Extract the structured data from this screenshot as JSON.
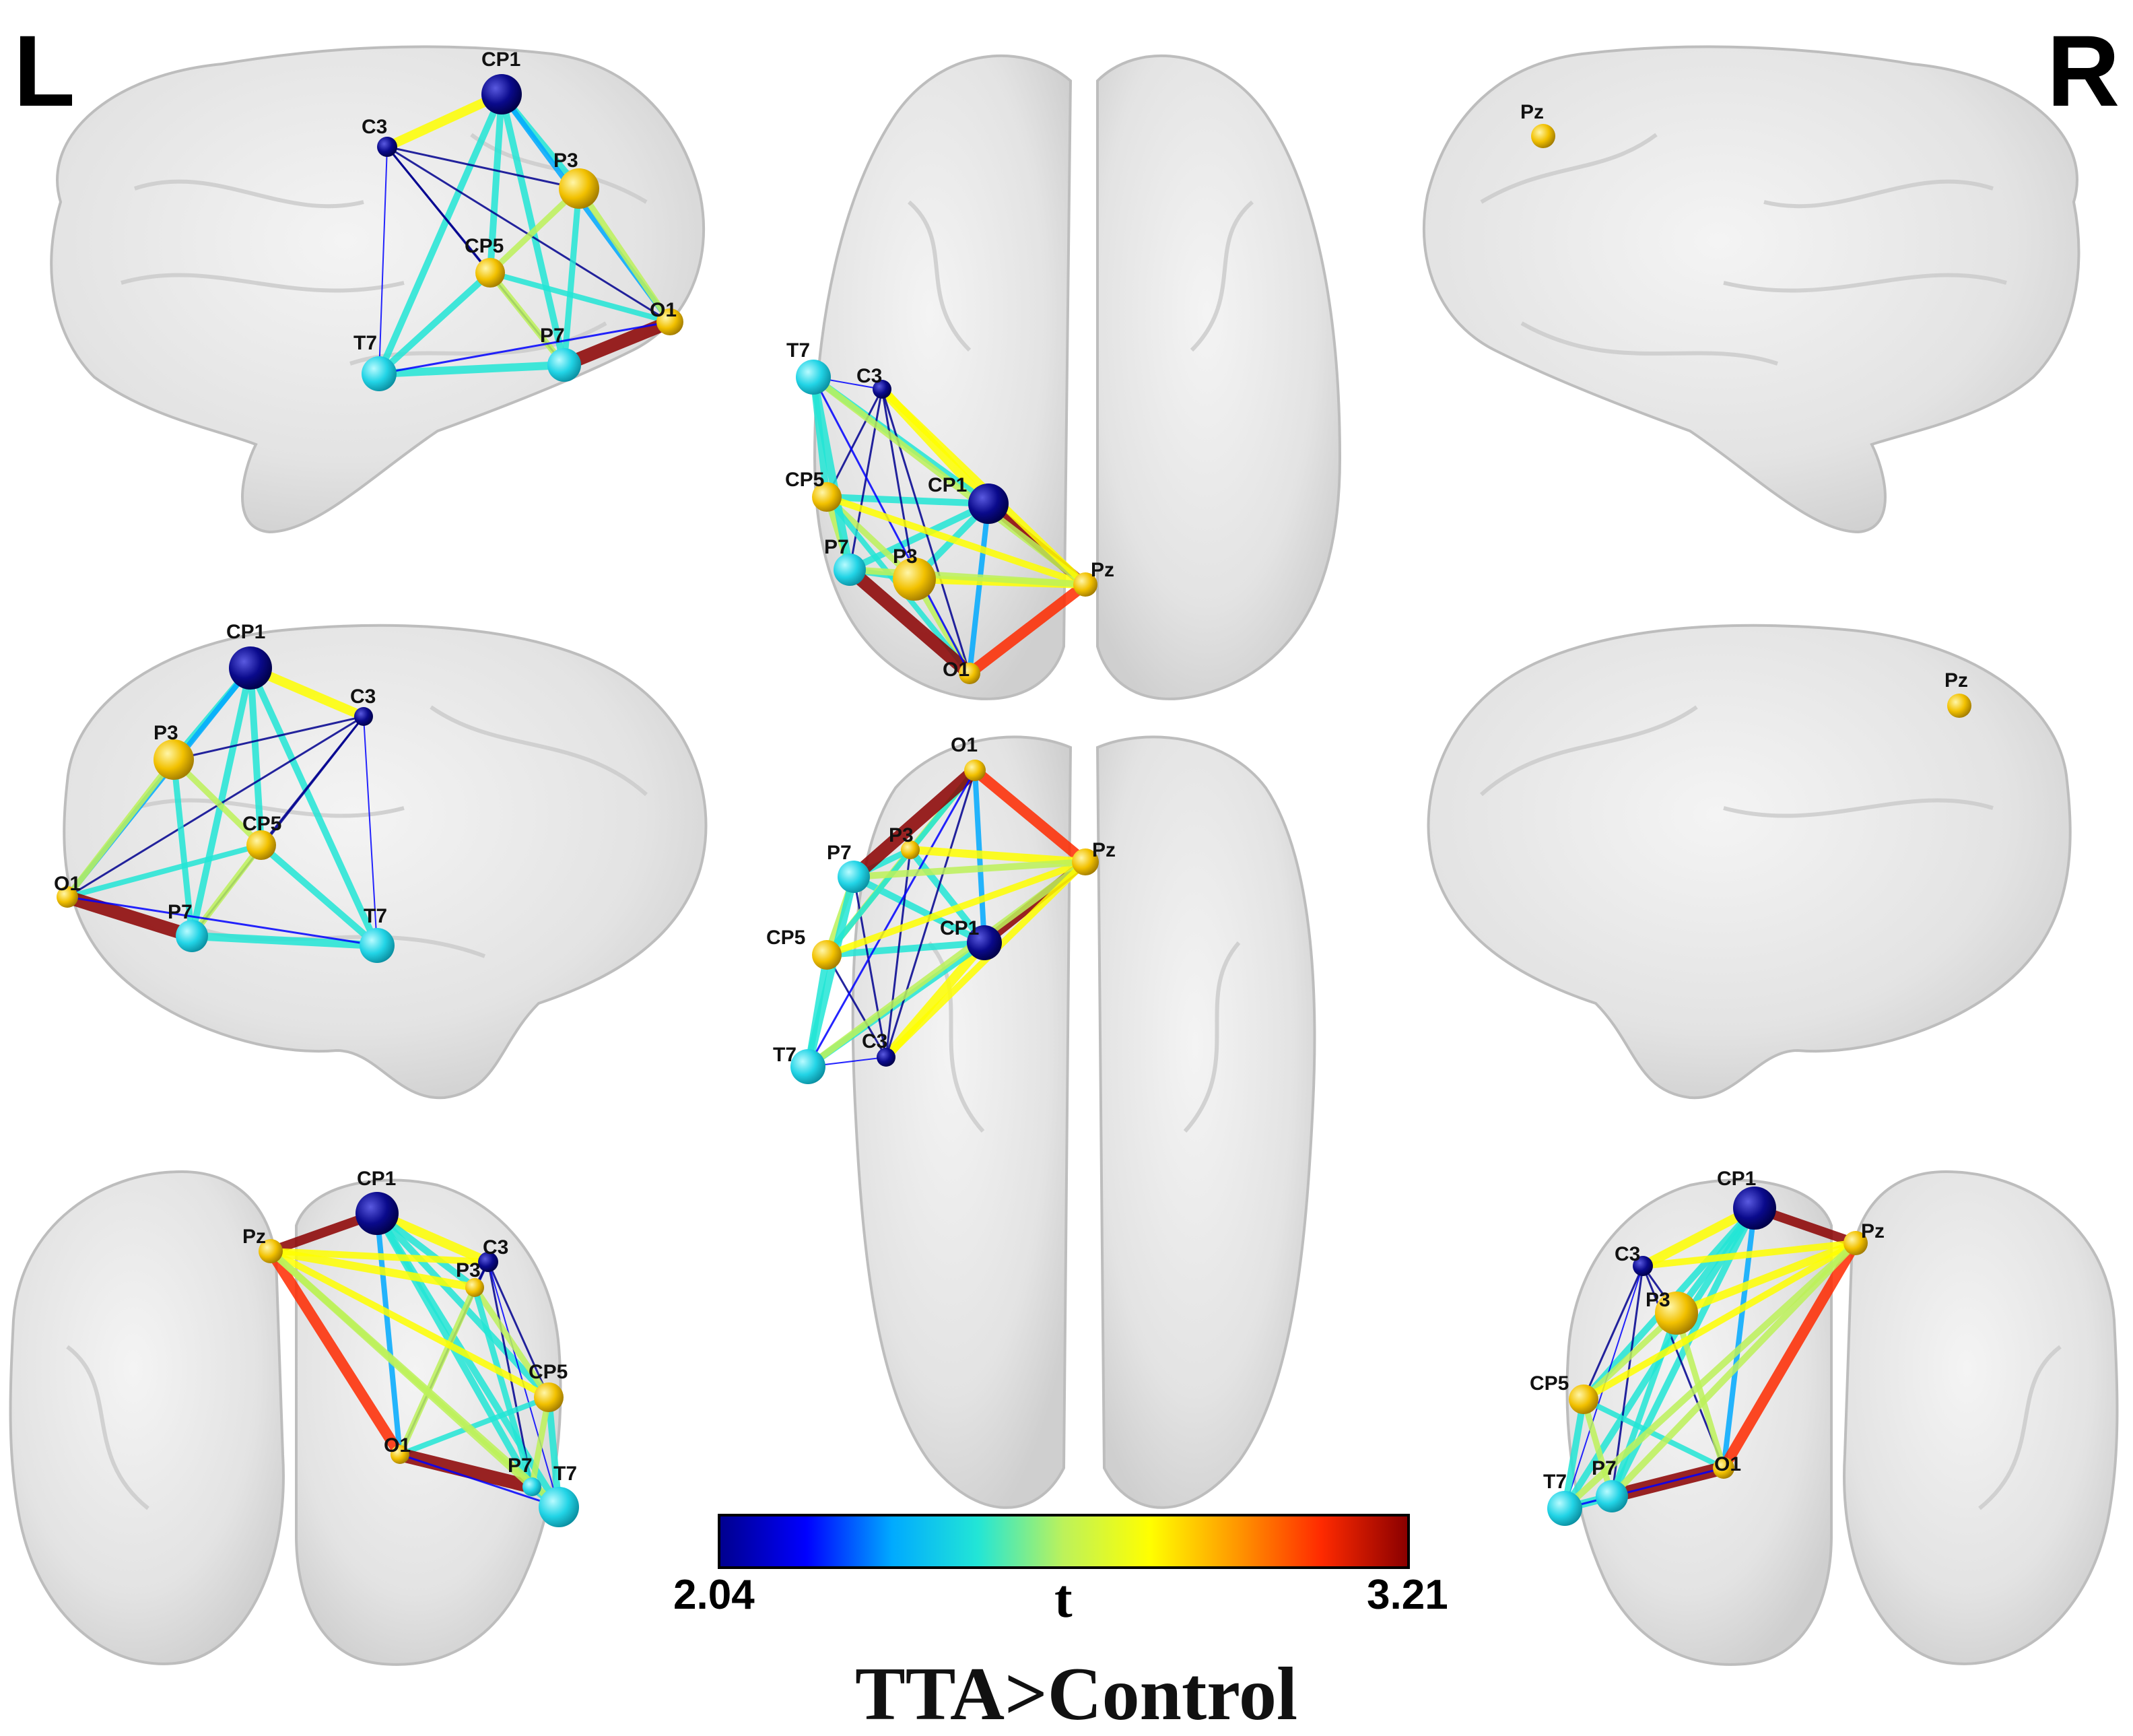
{
  "hemisphere_labels": {
    "left": "L",
    "right": "R"
  },
  "comparison_title": "TTA>Control",
  "colorbar": {
    "min_label": "2.04",
    "max_label": "3.21",
    "variable_label": "t",
    "min": 2.04,
    "max": 3.21,
    "stops": [
      "#00008f",
      "#0000ff",
      "#00aaff",
      "#22e6d6",
      "#bdf25a",
      "#ffff00",
      "#ff9900",
      "#ff2a00",
      "#8b0000"
    ]
  },
  "node_colors": {
    "CP1": "#0a0a8c",
    "C3": "#15157a",
    "P3": "#f2c100",
    "CP5": "#f2c100",
    "P7": "#22d4e6",
    "T7": "#22d4e6",
    "O1": "#f2c100",
    "Pz": "#f2c100"
  },
  "panels": [
    {
      "name": "left-lateral",
      "nodes": [
        "CP1",
        "C3",
        "P3",
        "CP5",
        "T7",
        "P7",
        "O1"
      ]
    },
    {
      "name": "left-medial",
      "nodes": [
        "CP1",
        "C3",
        "P3",
        "CP5",
        "O1",
        "P7",
        "T7"
      ]
    },
    {
      "name": "left-posterior",
      "nodes": [
        "CP1",
        "Pz",
        "C3",
        "P3",
        "CP5",
        "O1",
        "P7",
        "T7"
      ]
    },
    {
      "name": "dorsal",
      "nodes": [
        "T7",
        "C3",
        "CP5",
        "CP1",
        "P7",
        "P3",
        "Pz",
        "O1"
      ]
    },
    {
      "name": "ventral",
      "nodes": [
        "O1",
        "P3",
        "Pz",
        "P7",
        "CP5",
        "CP1",
        "T7",
        "C3"
      ]
    },
    {
      "name": "right-lateral",
      "nodes": [
        "Pz"
      ]
    },
    {
      "name": "right-medial",
      "nodes": [
        "Pz"
      ]
    },
    {
      "name": "right-posterior",
      "nodes": [
        "CP1",
        "C3",
        "Pz",
        "P3",
        "CP5",
        "O1",
        "T7",
        "P7"
      ]
    }
  ]
}
